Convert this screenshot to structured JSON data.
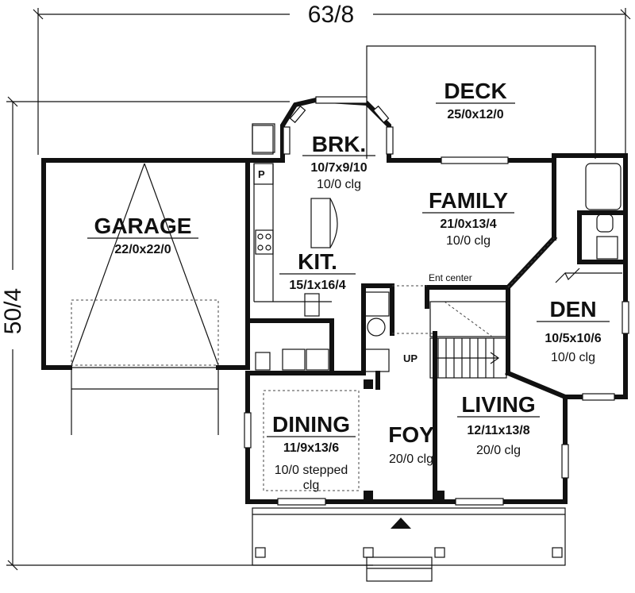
{
  "dimensions": {
    "overall_width": "63/8",
    "overall_depth": "50/4"
  },
  "rooms": {
    "deck": {
      "name": "DECK",
      "dims": "25/0x12/0"
    },
    "brk": {
      "name": "BRK.",
      "dims": "10/7x9/10",
      "clg": "10/0 clg"
    },
    "family": {
      "name": "FAMILY",
      "dims": "21/0x13/4",
      "clg": "10/0 clg"
    },
    "garage": {
      "name": "GARAGE",
      "dims": "22/0x22/0"
    },
    "kit": {
      "name": "KIT.",
      "dims": "15/1x16/4"
    },
    "den": {
      "name": "DEN",
      "dims": "10/5x10/6",
      "clg": "10/0 clg"
    },
    "dining": {
      "name": "DINING",
      "dims": "11/9x13/6",
      "clg_line1": "10/0 stepped",
      "clg_line2": "clg"
    },
    "foy": {
      "name": "FOY",
      "clg": "20/0 clg"
    },
    "living": {
      "name": "LIVING",
      "dims": "12/11x13/8",
      "clg": "20/0 clg"
    }
  },
  "labels": {
    "pantry": "P",
    "ent_center": "Ent center",
    "up": "UP"
  }
}
